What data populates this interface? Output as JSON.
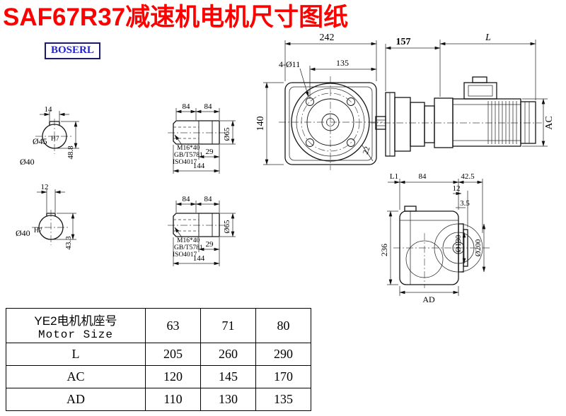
{
  "title": "SAF67R37减速机电机尺寸图纸",
  "title_color": "#ff0000",
  "logo": {
    "text": "BOSERL",
    "color": "#2222cc",
    "border_color": "#1a1a70"
  },
  "drawing": {
    "front_view": {
      "width": "242",
      "bolt_spacing": "135",
      "holes": "4-Ø11",
      "height": "140",
      "corner": "22"
    },
    "motor_view": {
      "adapter_len": "157",
      "motor_len": "L",
      "motor_height": "AC"
    },
    "hollow_shaft_a": {
      "key_width": "14",
      "bore_height": "48.8",
      "bore": "Ø45",
      "bore_tol": "H7",
      "outer": "Ø40"
    },
    "hollow_shaft_b": {
      "key_width": "12",
      "bore_height": "43.3",
      "bore": "Ø40",
      "bore_tol": "H7"
    },
    "shaft_a": {
      "seg1": "84",
      "seg2": "84",
      "end_len": "29",
      "total_len": "144",
      "dia": "Ø65",
      "bolt": "M16*40",
      "std1": "GB/T5781",
      "std2": "ISO4017"
    },
    "shaft_b": {
      "seg1": "84",
      "seg2": "84",
      "end_len": "29",
      "total_len": "144",
      "dia": "Ø65",
      "bolt": "M16*40",
      "std1": "GB/T5781",
      "std2": "ISO4017"
    },
    "side_view": {
      "l1": "L1",
      "top_len": "84",
      "flange_len": "42.5",
      "flange_t": "12",
      "gap": "3.5",
      "height": "236",
      "bore_dia": "Ø130",
      "flange_dia": "Ø200",
      "depth": "AD"
    }
  },
  "table": {
    "header": {
      "cn": "YE2电机机座号",
      "en": "Motor Size"
    },
    "sizes": [
      "63",
      "71",
      "80"
    ],
    "rows": [
      {
        "label": "L",
        "values": [
          "205",
          "260",
          "290"
        ]
      },
      {
        "label": "AC",
        "values": [
          "120",
          "145",
          "170"
        ]
      },
      {
        "label": "AD",
        "values": [
          "110",
          "130",
          "135"
        ]
      }
    ]
  }
}
